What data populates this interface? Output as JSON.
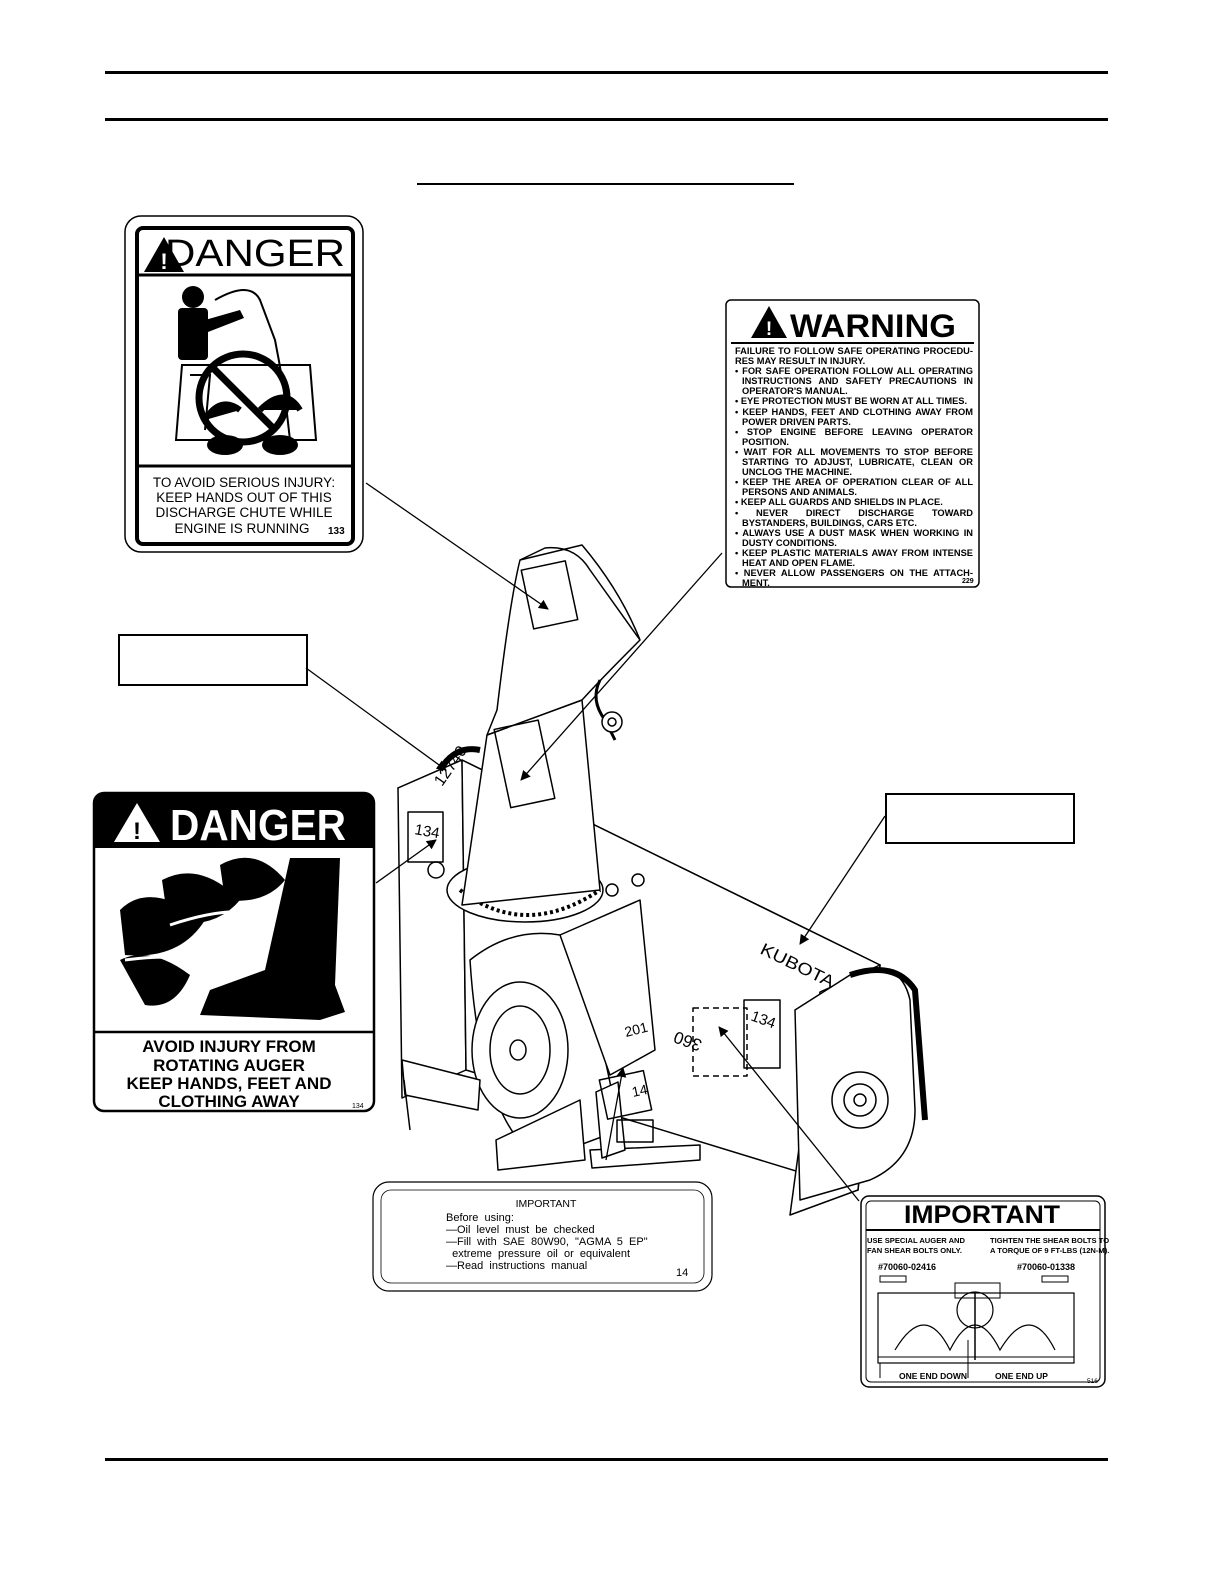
{
  "danger_chute": {
    "header": "DANGER",
    "lines": [
      "TO AVOID SERIOUS INJURY:",
      "KEEP HANDS OUT OF THIS",
      "DISCHARGE CHUTE WHILE",
      "ENGINE IS RUNNING"
    ],
    "code": "133"
  },
  "warning": {
    "header": "WARNING",
    "intro": "FAILURE TO FOLLOW SAFE OPERATING PROCEDU-RES MAY RESULT IN INJURY.",
    "items": [
      "• FOR SAFE OPERATION FOLLOW ALL OPERATING INSTRUCTIONS AND SAFETY PRECAUTIONS IN OPERATOR'S MANUAL.",
      "• EYE PROTECTION MUST BE WORN AT ALL TIMES.",
      "• KEEP HANDS, FEET AND CLOTHING AWAY FROM POWER DRIVEN PARTS.",
      "• STOP ENGINE BEFORE LEAVING OPERATOR POSITION.",
      "• WAIT FOR ALL MOVEMENTS TO STOP BEFORE STARTING TO ADJUST, LUBRICATE, CLEAN OR UNCLOG THE MACHINE.",
      "• KEEP THE AREA OF OPERATION CLEAR OF ALL PERSONS AND ANIMALS.",
      "• KEEP ALL GUARDS AND SHIELDS IN PLACE.",
      "• NEVER DIRECT DISCHARGE TOWARD BYSTANDERS, BUILDINGS, CARS ETC.",
      "• ALWAYS USE A DUST MASK WHEN WORKING IN DUSTY CONDITIONS.",
      "• KEEP PLASTIC MATERIALS AWAY FROM INTENSE HEAT AND OPEN FLAME.",
      "• NEVER ALLOW PASSENGERS ON THE ATTACH-MENT."
    ],
    "code": "229"
  },
  "danger_auger": {
    "header": "DANGER",
    "lines": [
      "AVOID INJURY FROM",
      "ROTATING AUGER",
      "KEEP HANDS, FEET AND",
      "CLOTHING AWAY"
    ],
    "code": "134"
  },
  "important_gear": {
    "title": "IMPORTANT",
    "lines": [
      "Before  using:",
      "—Oil  level  must  be  checked",
      "—Fill  with  SAE  80W90,  \"AGMA  5  EP\"",
      "  extreme  pressure  oil  or  equivalent",
      "—Read  instructions  manual"
    ],
    "code": "14"
  },
  "important_shear": {
    "title": "IMPORTANT",
    "left_text": [
      "USE SPECIAL AUGER AND",
      "FAN SHEAR BOLTS ONLY."
    ],
    "right_text": [
      "TIGHTEN THE SHEAR BOLTS TO",
      "A TORQUE OF 9 FT-LBS (12N-M)."
    ],
    "part_left": "#70060-02416",
    "part_right": "#70060-01338",
    "label_left": "ONE END DOWN",
    "label_right": "ONE END UP",
    "code": "516"
  },
  "machine": {
    "brand": "KUBOTA",
    "serial": "12740",
    "decal_134_a": "134",
    "decal_134_b": "134",
    "decal_201": "201",
    "decal_14": "14",
    "decal_360": "360"
  }
}
